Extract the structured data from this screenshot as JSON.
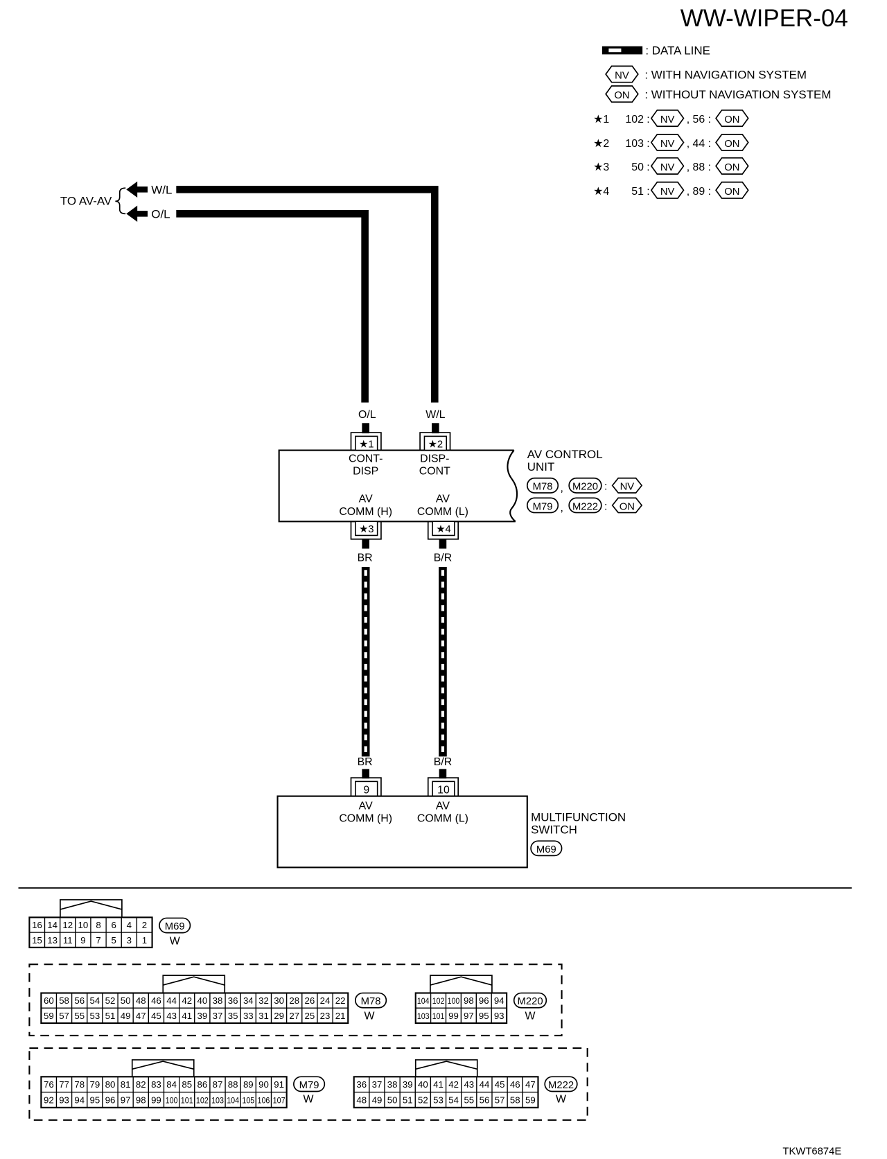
{
  "title": "WW-WIPER-04",
  "legend": {
    "data_line": ": DATA LINE",
    "nv": {
      "badge": "NV",
      "label": ": WITH NAVIGATION SYSTEM"
    },
    "on": {
      "badge": "ON",
      "label": ": WITHOUT NAVIGATION SYSTEM"
    },
    "notes": [
      {
        "mark": "★1",
        "nv_value": "102 :",
        "nv_badge": "NV",
        "on_value": ", 56 :",
        "on_badge": "ON"
      },
      {
        "mark": "★2",
        "nv_value": "103 :",
        "nv_badge": "NV",
        "on_value": ", 44 :",
        "on_badge": "ON"
      },
      {
        "mark": "★3",
        "nv_value": "50 :",
        "nv_badge": "NV",
        "on_value": ", 88 :",
        "on_badge": "ON"
      },
      {
        "mark": "★4",
        "nv_value": "51 :",
        "nv_badge": "NV",
        "on_value": ", 89 :",
        "on_badge": "ON"
      }
    ]
  },
  "to_av": {
    "label": "TO AV-AV",
    "wires": [
      "W/L",
      "O/L"
    ]
  },
  "av_control_unit": {
    "name": [
      "AV CONTROL",
      "UNIT"
    ],
    "connector_rows": [
      {
        "first": "M78",
        "comma": ",",
        "second": "M220",
        "colon": ":",
        "badge": "NV"
      },
      {
        "first": "M79",
        "comma": ",",
        "second": "M222",
        "colon": ":",
        "badge": "ON"
      }
    ],
    "top_pins": [
      {
        "mark": "★1",
        "wire": "O/L",
        "label": [
          "CONT-",
          "DISP"
        ]
      },
      {
        "mark": "★2",
        "wire": "W/L",
        "label": [
          "DISP-",
          "CONT"
        ]
      }
    ],
    "bottom_pins": [
      {
        "mark": "★3",
        "wire": "BR",
        "label": [
          "AV",
          "COMM (H)"
        ]
      },
      {
        "mark": "★4",
        "wire": "B/R",
        "label": [
          "AV",
          "COMM (L)"
        ]
      }
    ]
  },
  "multifunction_switch": {
    "name": [
      "MULTIFUNCTION",
      "SWITCH"
    ],
    "connector": "M69",
    "pins": [
      {
        "number": "9",
        "wire": "BR",
        "label": [
          "AV",
          "COMM (H)"
        ]
      },
      {
        "number": "10",
        "wire": "B/R",
        "label": [
          "AV",
          "COMM (L)"
        ]
      }
    ]
  },
  "connectors": [
    {
      "id": "M69",
      "color": "W",
      "top": [
        16,
        14,
        12,
        10,
        8,
        6,
        4,
        2
      ],
      "bottom": [
        15,
        13,
        11,
        9,
        7,
        5,
        3,
        1
      ]
    },
    {
      "id": "M78",
      "color": "W",
      "top": [
        60,
        58,
        56,
        54,
        52,
        50,
        48,
        46,
        44,
        42,
        40,
        38,
        36,
        34,
        32,
        30,
        28,
        26,
        24,
        22
      ],
      "bottom": [
        59,
        57,
        55,
        53,
        51,
        49,
        47,
        45,
        43,
        41,
        39,
        37,
        35,
        33,
        31,
        29,
        27,
        25,
        23,
        21
      ]
    },
    {
      "id": "M220",
      "color": "W",
      "top": [
        104,
        102,
        100,
        98,
        96,
        94
      ],
      "bottom": [
        103,
        101,
        99,
        97,
        95,
        93
      ]
    },
    {
      "id": "M79",
      "color": "W",
      "top": [
        76,
        77,
        78,
        79,
        80,
        81,
        82,
        83,
        84,
        85,
        86,
        87,
        88,
        89,
        90,
        91
      ],
      "bottom": [
        92,
        93,
        94,
        95,
        96,
        97,
        98,
        99,
        100,
        101,
        102,
        103,
        104,
        105,
        106,
        107
      ]
    },
    {
      "id": "M222",
      "color": "W",
      "top": [
        36,
        37,
        38,
        39,
        40,
        41,
        42,
        43,
        44,
        45,
        46,
        47
      ],
      "bottom": [
        48,
        49,
        50,
        51,
        52,
        53,
        54,
        55,
        56,
        57,
        58,
        59
      ]
    }
  ],
  "footer": "TKWT6874E"
}
